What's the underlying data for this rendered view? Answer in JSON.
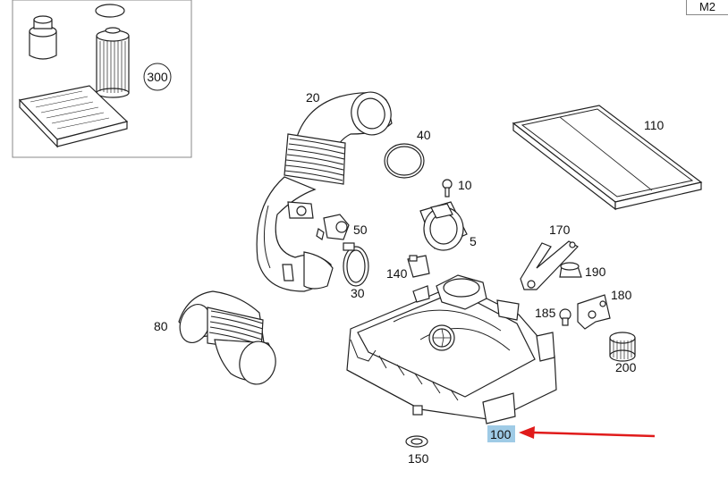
{
  "corner_tag": "M2",
  "inset_callout": "300",
  "callouts": {
    "c20": "20",
    "c40": "40",
    "c10": "10",
    "c50": "50",
    "c5": "5",
    "c30": "30",
    "c140": "140",
    "c80": "80",
    "c110": "110",
    "c170": "170",
    "c190": "190",
    "c180": "180",
    "c185": "185",
    "c200": "200",
    "c100": "100",
    "c150": "150"
  },
  "colors": {
    "highlight": "#9fcbe6",
    "arrow": "#e01b1b"
  }
}
